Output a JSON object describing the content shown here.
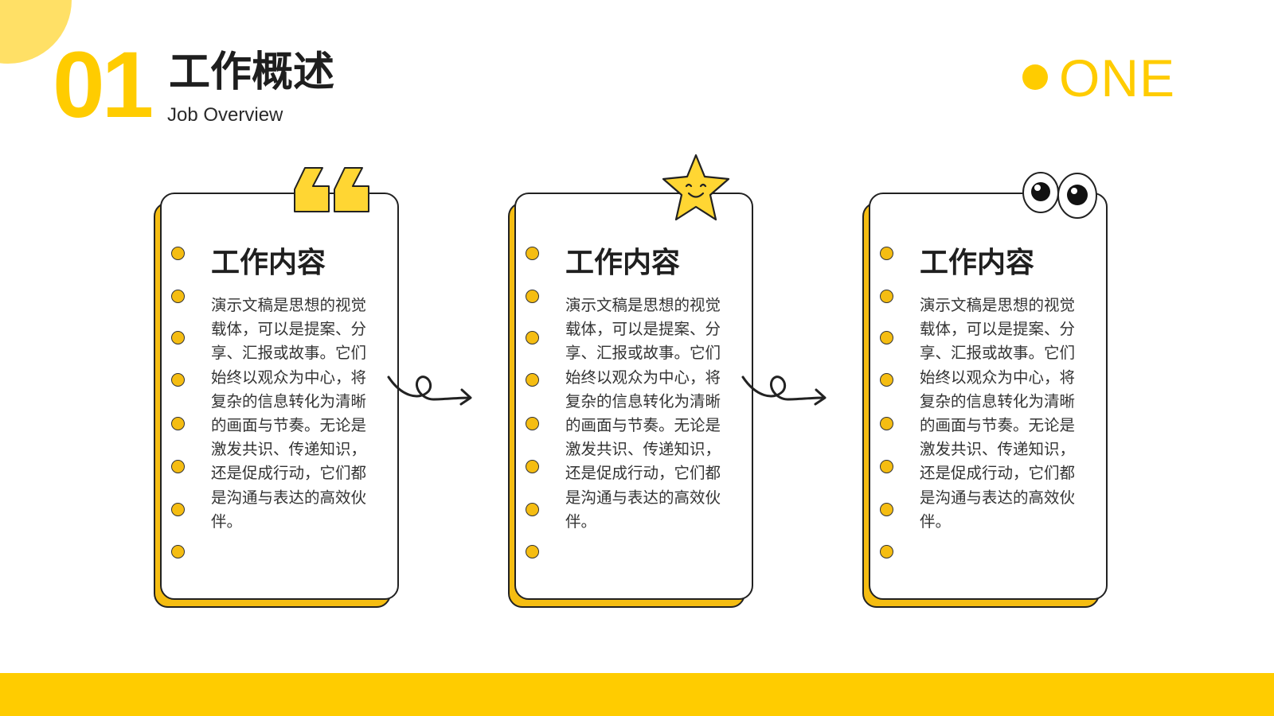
{
  "header": {
    "number": "01",
    "title_zh": "工作概述",
    "title_en": "Job Overview",
    "badge": "ONE"
  },
  "cards": [
    {
      "title": "工作内容",
      "body": "演示文稿是思想的视觉载体，可以是提案、分享、汇报或故事。它们始终以观众为中心，将复杂的信息转化为清晰的画面与节奏。无论是激发共识、传递知识，还是促成行动，它们都是沟通与表达的高效伙伴。",
      "decoration_icon": "quote-icon"
    },
    {
      "title": "工作内容",
      "body": "演示文稿是思想的视觉载体，可以是提案、分享、汇报或故事。它们始终以观众为中心，将复杂的信息转化为清晰的画面与节奏。无论是激发共识、传递知识，还是促成行动，它们都是沟通与表达的高效伙伴。",
      "decoration_icon": "smiling-star-icon"
    },
    {
      "title": "工作内容",
      "body": "演示文稿是思想的视觉载体，可以是提案、分享、汇报或故事。它们始终以观众为中心，将复杂的信息转化为清晰的画面与节奏。无论是激发共识、传递知识，还是促成行动，它们都是沟通与表达的高效伙伴。",
      "decoration_icon": "googly-eyes-icon"
    }
  ],
  "colors": {
    "accent": "#ffcc00",
    "card_shadow": "#f5bd12",
    "corner_circle": "#ffe066",
    "text_dark": "#222222"
  }
}
